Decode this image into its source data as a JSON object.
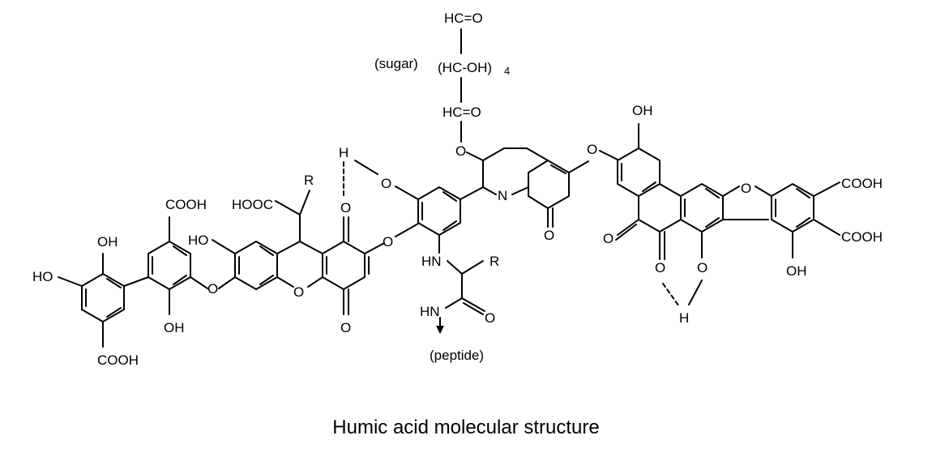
{
  "caption": "Humic acid molecular structure",
  "sugar": {
    "label": "(sugar)",
    "aldehyde_top": "HC=O",
    "chain": "(HC-OH)",
    "chain_subscript": "4",
    "aldehyde_bottom": "HC=O"
  },
  "peptide": {
    "label": "(peptide)",
    "amine_1": "HN",
    "amine_2": "HN",
    "r_group": "R"
  },
  "labels": {
    "ho_left": "HO",
    "oh_top_left": "OH",
    "cooh_bottom_left": "COOH",
    "cooh_top_left": "COOH",
    "oh_bottom_left": "OH",
    "ho_ring": "HO",
    "hooc": "HOOC",
    "r_top": "R",
    "h_top": "H",
    "n_ring": "N",
    "oh_top_right": "OH",
    "cooh_right_1": "COOH",
    "cooh_right_2": "COOH",
    "oh_bottom_right": "OH",
    "h_bottom": "H",
    "oxygen": "O"
  },
  "colors": {
    "ink": "#000000",
    "background": "#ffffff"
  }
}
